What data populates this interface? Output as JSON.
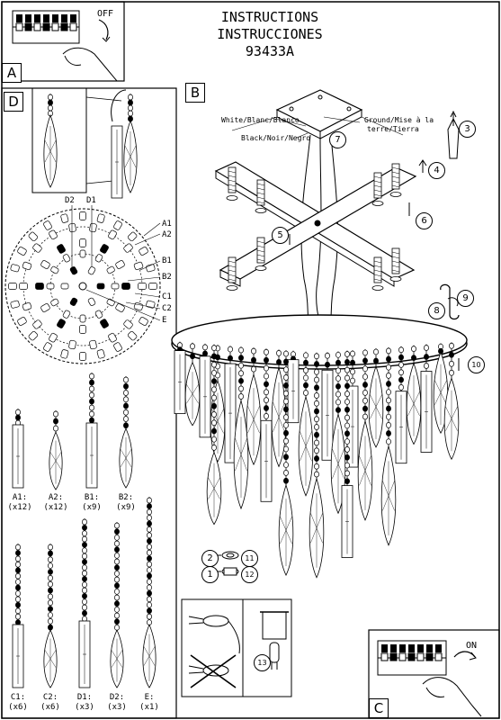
{
  "title": {
    "line1": "INSTRUCTIONS",
    "line2": "INSTRUCCIONES",
    "model": "93433A"
  },
  "panels": {
    "a": "A",
    "b": "B",
    "c": "C",
    "d": "D"
  },
  "switch": {
    "off": "OFF",
    "on": "ON"
  },
  "wires": {
    "white": "White/Blanc/Blanco",
    "black": "Black/Noir/Negro",
    "ground_line1": "Ground/Mise à la",
    "ground_line2": "terre/Tierra"
  },
  "steps": [
    "2",
    "3",
    "4",
    "5",
    "6",
    "7",
    "8",
    "9",
    "10",
    "11",
    "12",
    "13"
  ],
  "ring_labels": {
    "a1": "A1",
    "a2": "A2",
    "b1": "B1",
    "b2": "B2",
    "c1": "C1",
    "c2": "C2",
    "e": "E",
    "d1": "D1",
    "d2": "D2"
  },
  "parts": [
    {
      "name": "A1:",
      "qty": "(x12)"
    },
    {
      "name": "A2:",
      "qty": "(x12)"
    },
    {
      "name": "B1:",
      "qty": "(x9)"
    },
    {
      "name": "B2:",
      "qty": "(x9)"
    },
    {
      "name": "C1:",
      "qty": "(x6)"
    },
    {
      "name": "C2:",
      "qty": "(x6)"
    },
    {
      "name": "D1:",
      "qty": "(x3)"
    },
    {
      "name": "D2:",
      "qty": "(x3)"
    },
    {
      "name": "E:",
      "qty": "(x1)"
    }
  ]
}
